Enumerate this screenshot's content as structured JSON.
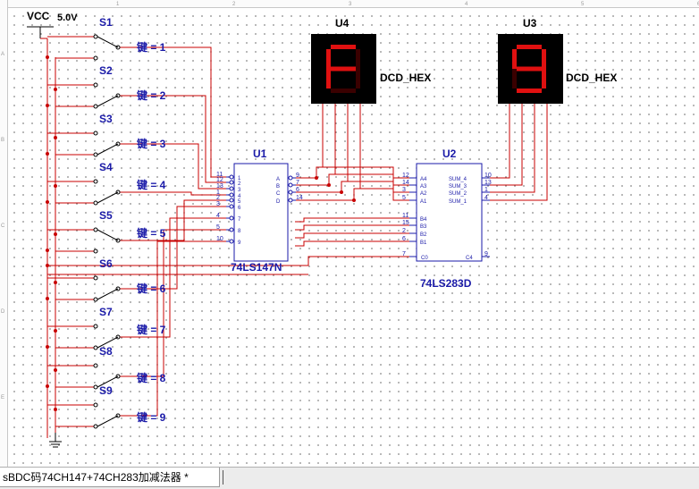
{
  "power": {
    "label": "VCC",
    "voltage": "5.0V"
  },
  "switches": [
    {
      "name": "S1",
      "key": "键 = 1"
    },
    {
      "name": "S2",
      "key": "键 = 2"
    },
    {
      "name": "S3",
      "key": "键 = 3"
    },
    {
      "name": "S4",
      "key": "键 = 4"
    },
    {
      "name": "S5",
      "key": "键 = 5"
    },
    {
      "name": "S6",
      "key": "键 = 6"
    },
    {
      "name": "S7",
      "key": "键 = 7"
    },
    {
      "name": "S8",
      "key": "键 = 8"
    },
    {
      "name": "S9",
      "key": "键 = 9"
    }
  ],
  "displays": [
    {
      "ref": "U4",
      "type": "DCD_HEX",
      "digit": "F"
    },
    {
      "ref": "U3",
      "type": "DCD_HEX",
      "digit": "9"
    }
  ],
  "chips": {
    "u1": {
      "ref": "U1",
      "part": "74LS147N"
    },
    "u2": {
      "ref": "U2",
      "part": "74LS283D"
    }
  },
  "u1_left_pins": [
    "11",
    "12",
    "13",
    "1",
    "2",
    "3",
    "4",
    "5",
    "10"
  ],
  "u1_left_labels": [
    "1",
    "2",
    "3",
    "4",
    "5",
    "6",
    "7",
    "8",
    "9"
  ],
  "u1_right_labels": [
    "A",
    "B",
    "C",
    "D"
  ],
  "u1_right_pins": [
    "9",
    "7",
    "6",
    "14"
  ],
  "u2_a_pins": [
    "12",
    "14",
    "3",
    "5"
  ],
  "u2_a_labels": [
    "A4",
    "A3",
    "A2",
    "A1"
  ],
  "u2_b_pins": [
    "11",
    "15",
    "2",
    "6"
  ],
  "u2_b_labels": [
    "B4",
    "B3",
    "B2",
    "B1"
  ],
  "u2_c0": {
    "pin": "7",
    "label": "C0"
  },
  "u2_c4": {
    "pin": "9",
    "label": "C4"
  },
  "u2_sum_labels": [
    "SUM_4",
    "SUM_3",
    "SUM_2",
    "SUM_1"
  ],
  "u2_sum_pins": [
    "10",
    "13",
    "1",
    "4"
  ],
  "ruler": {
    "top": [
      "1",
      "2",
      "3",
      "4",
      "5",
      "6"
    ],
    "left": [
      "A",
      "B",
      "C",
      "D",
      "E"
    ]
  },
  "tab": {
    "title": "sBDC码74CH147+74CH283加减法器 *"
  },
  "colors": {
    "wire": "#c80000",
    "label": "#1a1aa8",
    "segment_on": "#e01010",
    "segment_off": "#3a0000",
    "display_bg": "#000000"
  }
}
